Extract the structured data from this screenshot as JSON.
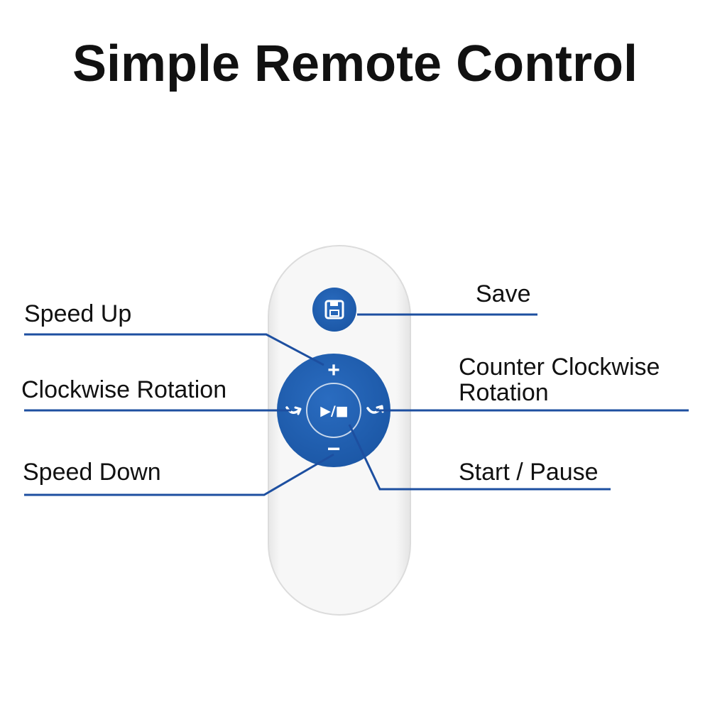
{
  "title": "Simple Remote Control",
  "colors": {
    "accent": "#1f5fb0",
    "accent_dark": "#174f96",
    "remote_body": "#f2f2f2",
    "line": "#1d4fa0"
  },
  "labels": {
    "save": "Save",
    "speed_up": "Speed Up",
    "clockwise": "Clockwise Rotation",
    "counter_clockwise_line1": "Counter Clockwise",
    "counter_clockwise_line2": "Rotation",
    "speed_down": "Speed Down",
    "start_pause": "Start / Pause"
  },
  "buttons": {
    "plus": "+",
    "minus": "−",
    "play_pause": "▶/■"
  },
  "icons": {
    "save": "floppy-disk-icon",
    "clockwise": "rotate-clockwise-icon",
    "counter_clockwise": "rotate-counter-clockwise-icon"
  }
}
